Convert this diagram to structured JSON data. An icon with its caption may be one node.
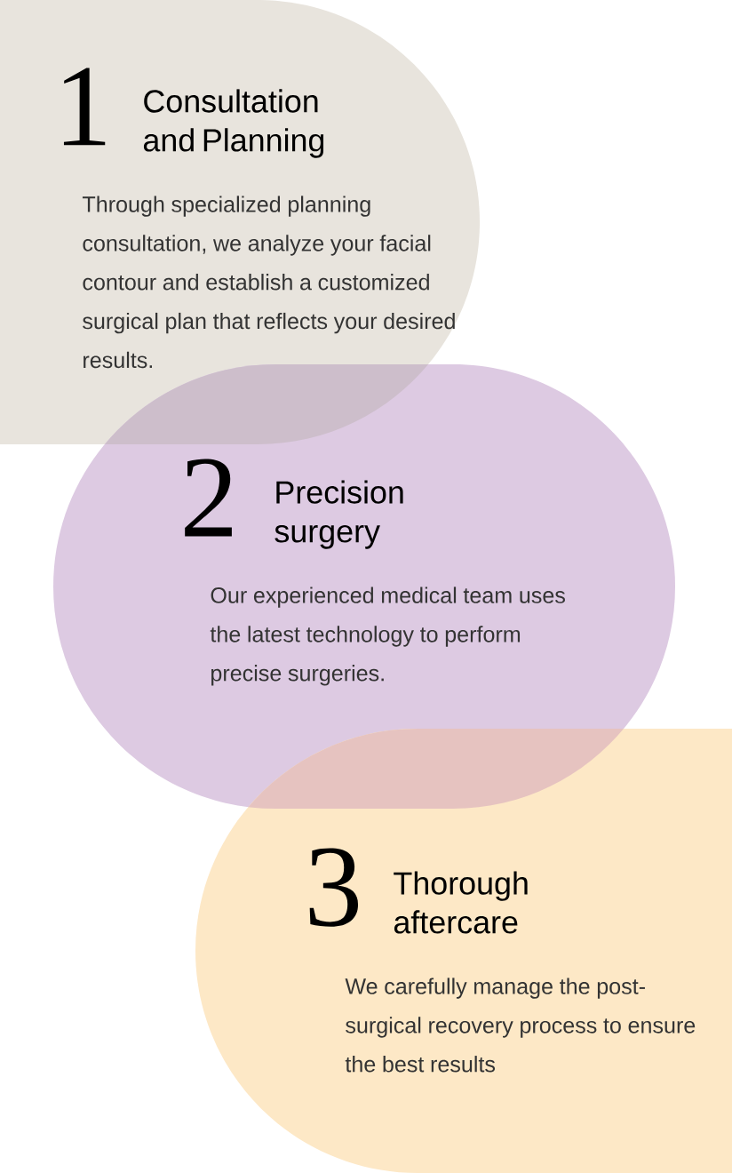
{
  "diagram": {
    "nodes": [
      {
        "text": [
          "1",
          "Consultation and Planning",
          "Through specialized planning consultation, we analyze your facial contour and establish a customized surgical plan that reflects your desired results."
        ]
      },
      {
        "text": [
          "2",
          "Precision surgery",
          "Our experienced medical team uses the latest technology to perform precise surgeries."
        ]
      },
      {
        "text": [
          "3",
          "Thorough aftercare",
          "We carefully manage the post-surgical recovery process to ensure the best results"
        ]
      }
    ]
  }
}
